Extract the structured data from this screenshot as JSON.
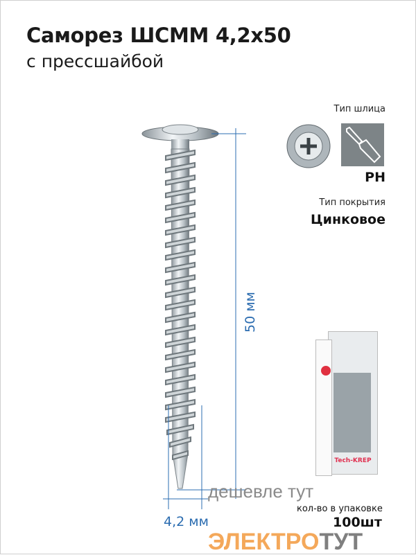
{
  "product": {
    "title": "Саморез ШСММ 4,2x50",
    "subtitle": "с прессшайбой"
  },
  "specs": {
    "slot_label": "Тип шлица",
    "slot_value": "PH",
    "slot_icon": "screwdriver-icon",
    "coating_label": "Тип покрытия",
    "coating_value": "Цинковое"
  },
  "dimensions": {
    "length": "50 мм",
    "diameter": "4,2 мм"
  },
  "package": {
    "qty_label": "кол-во в упаковке",
    "qty_value": "100шт",
    "brand": "Tech-KREP"
  },
  "watermark": {
    "line1": "дешевле тут",
    "line2a": "ЭЛЕКТР",
    "line2b": "О",
    "line2c": "ТУТ"
  },
  "colors": {
    "dimension_blue": "#2b6cb0",
    "watermark_orange": "#f4a85a",
    "icon_gray": "#7d8487"
  }
}
